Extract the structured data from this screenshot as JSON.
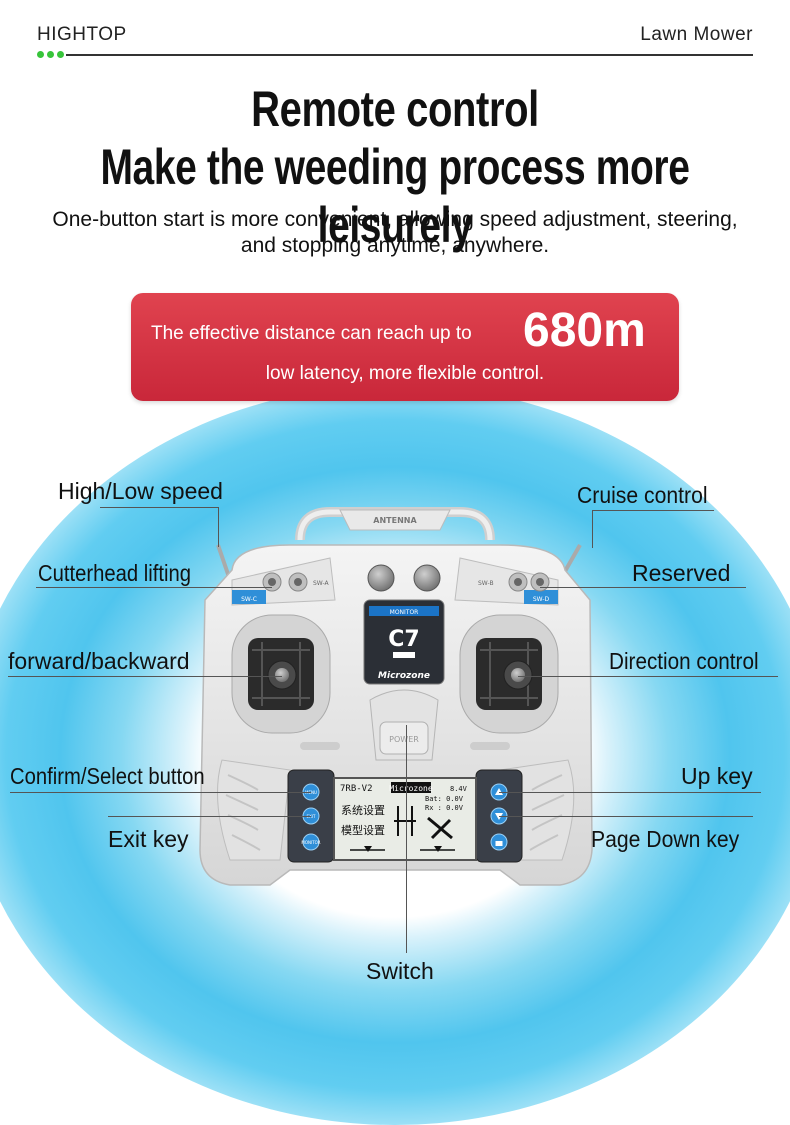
{
  "header": {
    "brand": "HIGHTOP",
    "category": "Lawn Mower"
  },
  "headline": {
    "line1": "Remote control",
    "line2": "Make the weeding process more leisurely",
    "subtitle": "One-button start is more convenient, allowing speed adjustment, steering, and stopping anytime, anywhere."
  },
  "banner": {
    "line1": "The effective distance can reach up to",
    "distance": "680m",
    "line2": "low latency, more flexible control."
  },
  "device": {
    "antenna_label": "ANTENNA",
    "monitor_label": "MONITOR",
    "model": "C7",
    "brand_logo": "Microzone",
    "power_label": "POWER",
    "sw_a": "SW-A",
    "sw_b": "SW-B",
    "sw_c": "SW-C",
    "sw_d": "SW-D",
    "screen": {
      "title": "7RB-V2",
      "logo": "Microzone",
      "voltage": "8.4V",
      "bat": "Bat: 0.0V",
      "rx": "Rx : 0.0V",
      "menu1": "系统设置",
      "menu2": "模型设置"
    },
    "left_keys": [
      "MENU",
      "EXIT",
      "MONITOR"
    ]
  },
  "callouts": {
    "high_low_speed": "High/Low speed",
    "cruise_control": "Cruise control",
    "cutterhead_lifting": "Cutterhead lifting",
    "reserved": "Reserved",
    "forward_backward": "forward/backward",
    "direction_control": "Direction control",
    "confirm_select": "Confirm/Select button",
    "up_key": "Up key",
    "exit_key": "Exit key",
    "page_down_key": "Page Down key",
    "switch": "Switch"
  },
  "colors": {
    "accent_red": "#d93444",
    "glow_blue": "#50c5ee",
    "key_blue": "#2f8fd8",
    "dot_green": "#37c43a"
  }
}
